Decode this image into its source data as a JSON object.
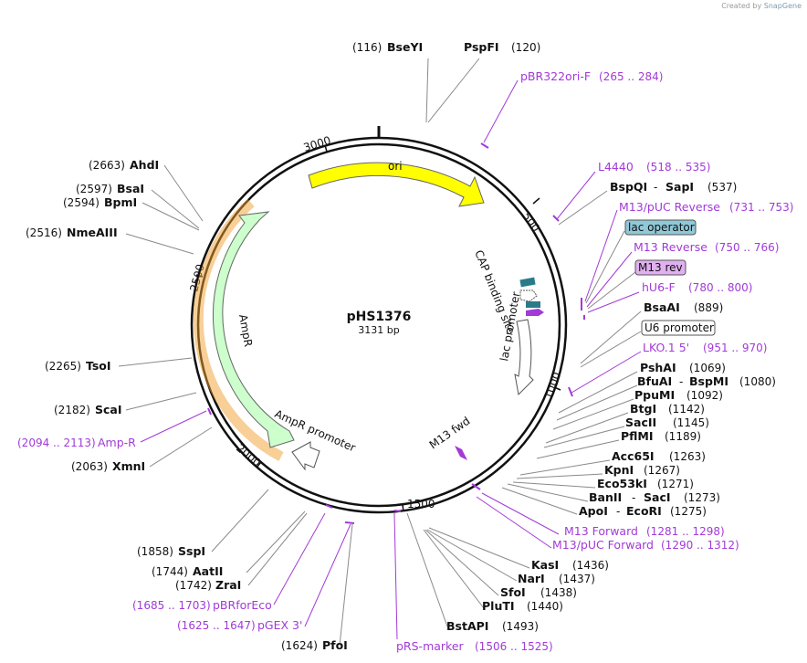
{
  "credit": {
    "prefix": "Created by",
    "brand": "SnapGene"
  },
  "plasmid": {
    "name": "pHS1376",
    "size": "3131 bp",
    "length": 3131
  },
  "ticks": [
    "500",
    "1000",
    "1500",
    "2000",
    "2500",
    "3000"
  ],
  "features": {
    "ori": "ori",
    "ampr": "AmpR",
    "ampr_promoter": "AmpR promoter",
    "cap": "CAP binding site",
    "lac_promoter": "lac promoter",
    "m13_fwd": "M13 fwd"
  },
  "sites_right": [
    {
      "pos": "(116)",
      "name": "BseYI"
    },
    {
      "pos": "(120)",
      "name": "PspFI"
    },
    {
      "name": "pBR322ori-F",
      "range": "(265 .. 284)"
    },
    {
      "name": "L4440",
      "range": "(518 .. 535)"
    },
    {
      "name": "BspQI",
      "name2": "SapI",
      "pos": "(537)"
    },
    {
      "name": "M13/pUC Reverse",
      "range": "(731 .. 753)"
    },
    {
      "name": "lac operator"
    },
    {
      "name": "M13 Reverse",
      "range": "(750 .. 766)"
    },
    {
      "name": "M13 rev"
    },
    {
      "name": "hU6-F",
      "range": "(780 .. 800)"
    },
    {
      "name": "BsaAI",
      "pos": "(889)"
    },
    {
      "name": "U6 promoter"
    },
    {
      "name": "LKO.1 5'",
      "range": "(951 .. 970)"
    },
    {
      "name": "PshAI",
      "pos": "(1069)"
    },
    {
      "name": "BfuAI",
      "name2": "BspMI",
      "pos": "(1080)"
    },
    {
      "name": "PpuMI",
      "pos": "(1092)"
    },
    {
      "name": "BtgI",
      "pos": "(1142)"
    },
    {
      "name": "SacII",
      "pos": "(1145)"
    },
    {
      "name": "PflMI",
      "pos": "(1189)"
    },
    {
      "name": "Acc65I",
      "pos": "(1263)"
    },
    {
      "name": "KpnI",
      "pos": "(1267)"
    },
    {
      "name": "Eco53kI",
      "pos": "(1271)"
    },
    {
      "name": "BanII",
      "name2": "SacI",
      "pos": "(1273)"
    },
    {
      "name": "ApoI",
      "name2": "EcoRI",
      "pos": "(1275)"
    },
    {
      "name": "M13 Forward",
      "range": "(1281 .. 1298)"
    },
    {
      "name": "M13/pUC Forward",
      "range": "(1290 .. 1312)"
    },
    {
      "name": "KasI",
      "pos": "(1436)"
    },
    {
      "name": "NarI",
      "pos": "(1437)"
    },
    {
      "name": "SfoI",
      "pos": "(1438)"
    },
    {
      "name": "PluTI",
      "pos": "(1440)"
    },
    {
      "name": "BstAPI",
      "pos": "(1493)"
    },
    {
      "name": "pRS-marker",
      "range": "(1506 .. 1525)"
    }
  ],
  "sites_left": [
    {
      "pos": "(2663)",
      "name": "AhdI"
    },
    {
      "pos": "(2597)",
      "name": "BsaI"
    },
    {
      "pos": "(2594)",
      "name": "BpmI"
    },
    {
      "pos": "(2516)",
      "name": "NmeAIII"
    },
    {
      "pos": "(2265)",
      "name": "TsoI"
    },
    {
      "pos": "(2182)",
      "name": "ScaI"
    },
    {
      "range": "(2094 .. 2113)",
      "name": "Amp-R"
    },
    {
      "pos": "(2063)",
      "name": "XmnI"
    },
    {
      "pos": "(1858)",
      "name": "SspI"
    },
    {
      "pos": "(1744)",
      "name": "AatII"
    },
    {
      "pos": "(1742)",
      "name": "ZraI"
    },
    {
      "range": "(1685 .. 1703)",
      "name": "pBRforEco"
    },
    {
      "range": "(1625 .. 1647)",
      "name": "pGEX 3'"
    },
    {
      "pos": "(1624)",
      "name": "PfoI"
    }
  ],
  "colors": {
    "ori": "#ffff00",
    "ampr": "#ccffcc",
    "ampr_outline": "#f0a030",
    "primer": "#a23ad8",
    "lac_operator": "#90c8d8",
    "m13_rev": "#e0b0f0",
    "cap": "#2a7a8a"
  }
}
